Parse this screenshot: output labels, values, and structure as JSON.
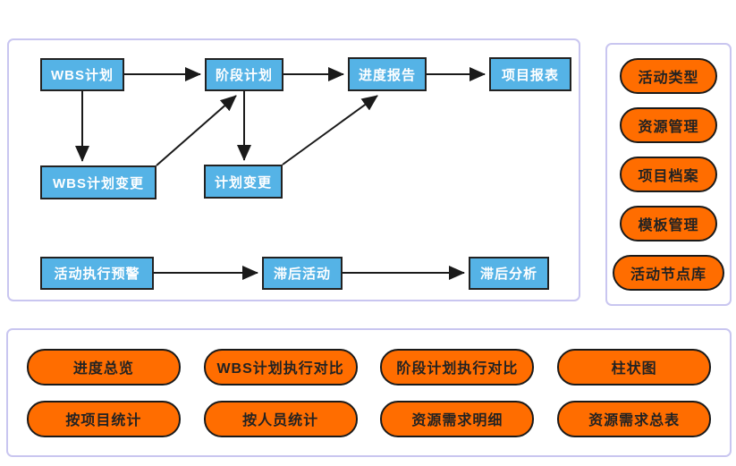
{
  "colors": {
    "node_fill": "#55B3E6",
    "node_border": "#222222",
    "node_text": "#FFFFFF",
    "pill_fill": "#FF6D00",
    "pill_border": "#1A1A1A",
    "pill_text": "#222222",
    "panel_border": "#C9C6F0",
    "arrow": "#1A1A1A",
    "background": "#FFFFFF"
  },
  "flow_panel": {
    "nodes": [
      {
        "id": "wbs-plan",
        "label": "WBS计划"
      },
      {
        "id": "phase-plan",
        "label": "阶段计划"
      },
      {
        "id": "progress-report",
        "label": "进度报告"
      },
      {
        "id": "project-report",
        "label": "项目报表"
      },
      {
        "id": "wbs-plan-change",
        "label": "WBS计划变更"
      },
      {
        "id": "plan-change",
        "label": "计划变更"
      },
      {
        "id": "activity-exec-warning",
        "label": "活动执行预警"
      },
      {
        "id": "lag-activity",
        "label": "滞后活动"
      },
      {
        "id": "lag-analysis",
        "label": "滞后分析"
      }
    ],
    "edges": [
      {
        "from": "WBS计划",
        "to": "阶段计划"
      },
      {
        "from": "阶段计划",
        "to": "进度报告"
      },
      {
        "from": "进度报告",
        "to": "项目报表"
      },
      {
        "from": "WBS计划",
        "to": "WBS计划变更"
      },
      {
        "from": "阶段计划",
        "to": "计划变更"
      },
      {
        "from": "WBS计划变更",
        "to": "阶段计划"
      },
      {
        "from": "计划变更",
        "to": "进度报告"
      },
      {
        "from": "活动执行预警",
        "to": "滞后活动"
      },
      {
        "from": "滞后活动",
        "to": "滞后分析"
      }
    ]
  },
  "side_panel": {
    "items": [
      {
        "label": "活动类型"
      },
      {
        "label": "资源管理"
      },
      {
        "label": "项目档案"
      },
      {
        "label": "模板管理"
      },
      {
        "label": "活动节点库"
      }
    ]
  },
  "bottom_panel": {
    "items": [
      {
        "label": "进度总览"
      },
      {
        "label": "WBS计划执行对比"
      },
      {
        "label": "阶段计划执行对比"
      },
      {
        "label": "柱状图"
      },
      {
        "label": "按项目统计"
      },
      {
        "label": "按人员统计"
      },
      {
        "label": "资源需求明细"
      },
      {
        "label": "资源需求总表"
      }
    ]
  }
}
